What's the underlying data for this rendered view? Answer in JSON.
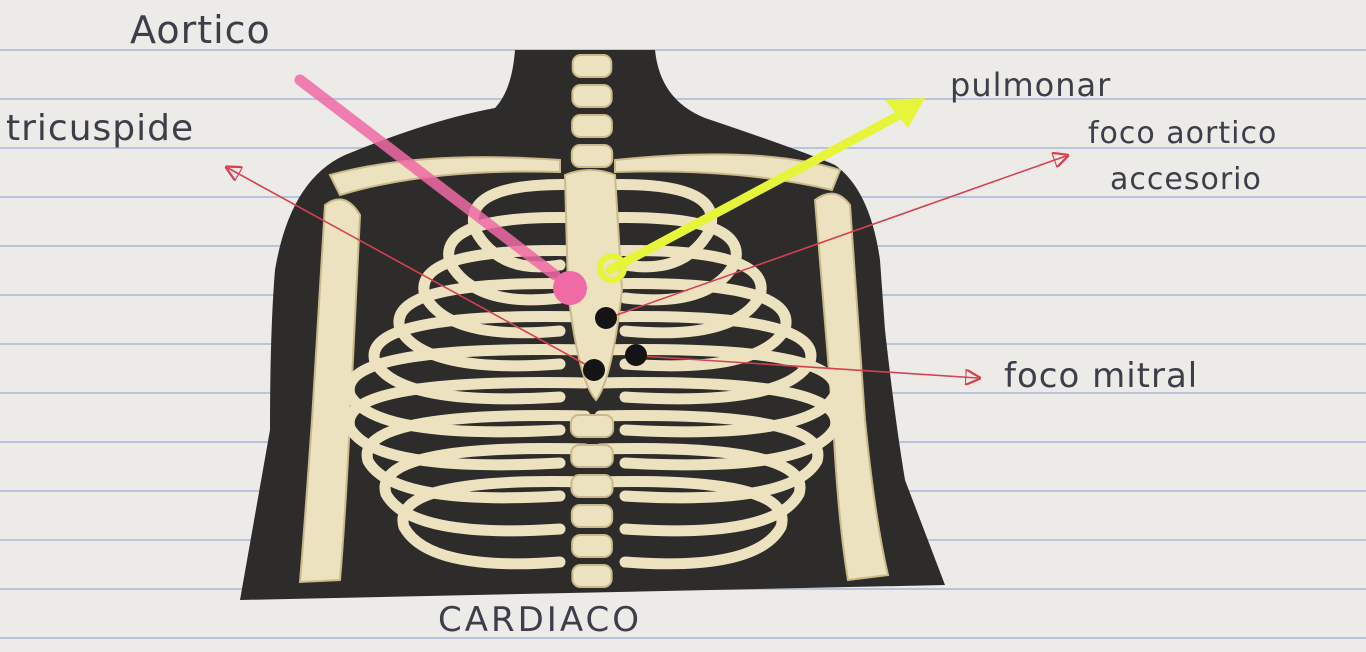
{
  "labels": {
    "aortico": "Aortico",
    "tricuspide": "tricuspide",
    "pulmonar": "pulmonar",
    "foco_aortico_line1": "foco aortico",
    "foco_aortico_line2": "accesorio",
    "foco_mitral": "foco mitral",
    "cardiaco": "CARDIACO"
  },
  "colors": {
    "paper": "#ecebe8",
    "ruled_lines": "#b9c4dc",
    "silhouette": "#2e2b2b",
    "bone": "#ede2c0",
    "pink_marker": "#f06aa6",
    "yellow_marker": "#e6f53a",
    "red_pen": "#d6414f",
    "black_dot": "#141414"
  }
}
